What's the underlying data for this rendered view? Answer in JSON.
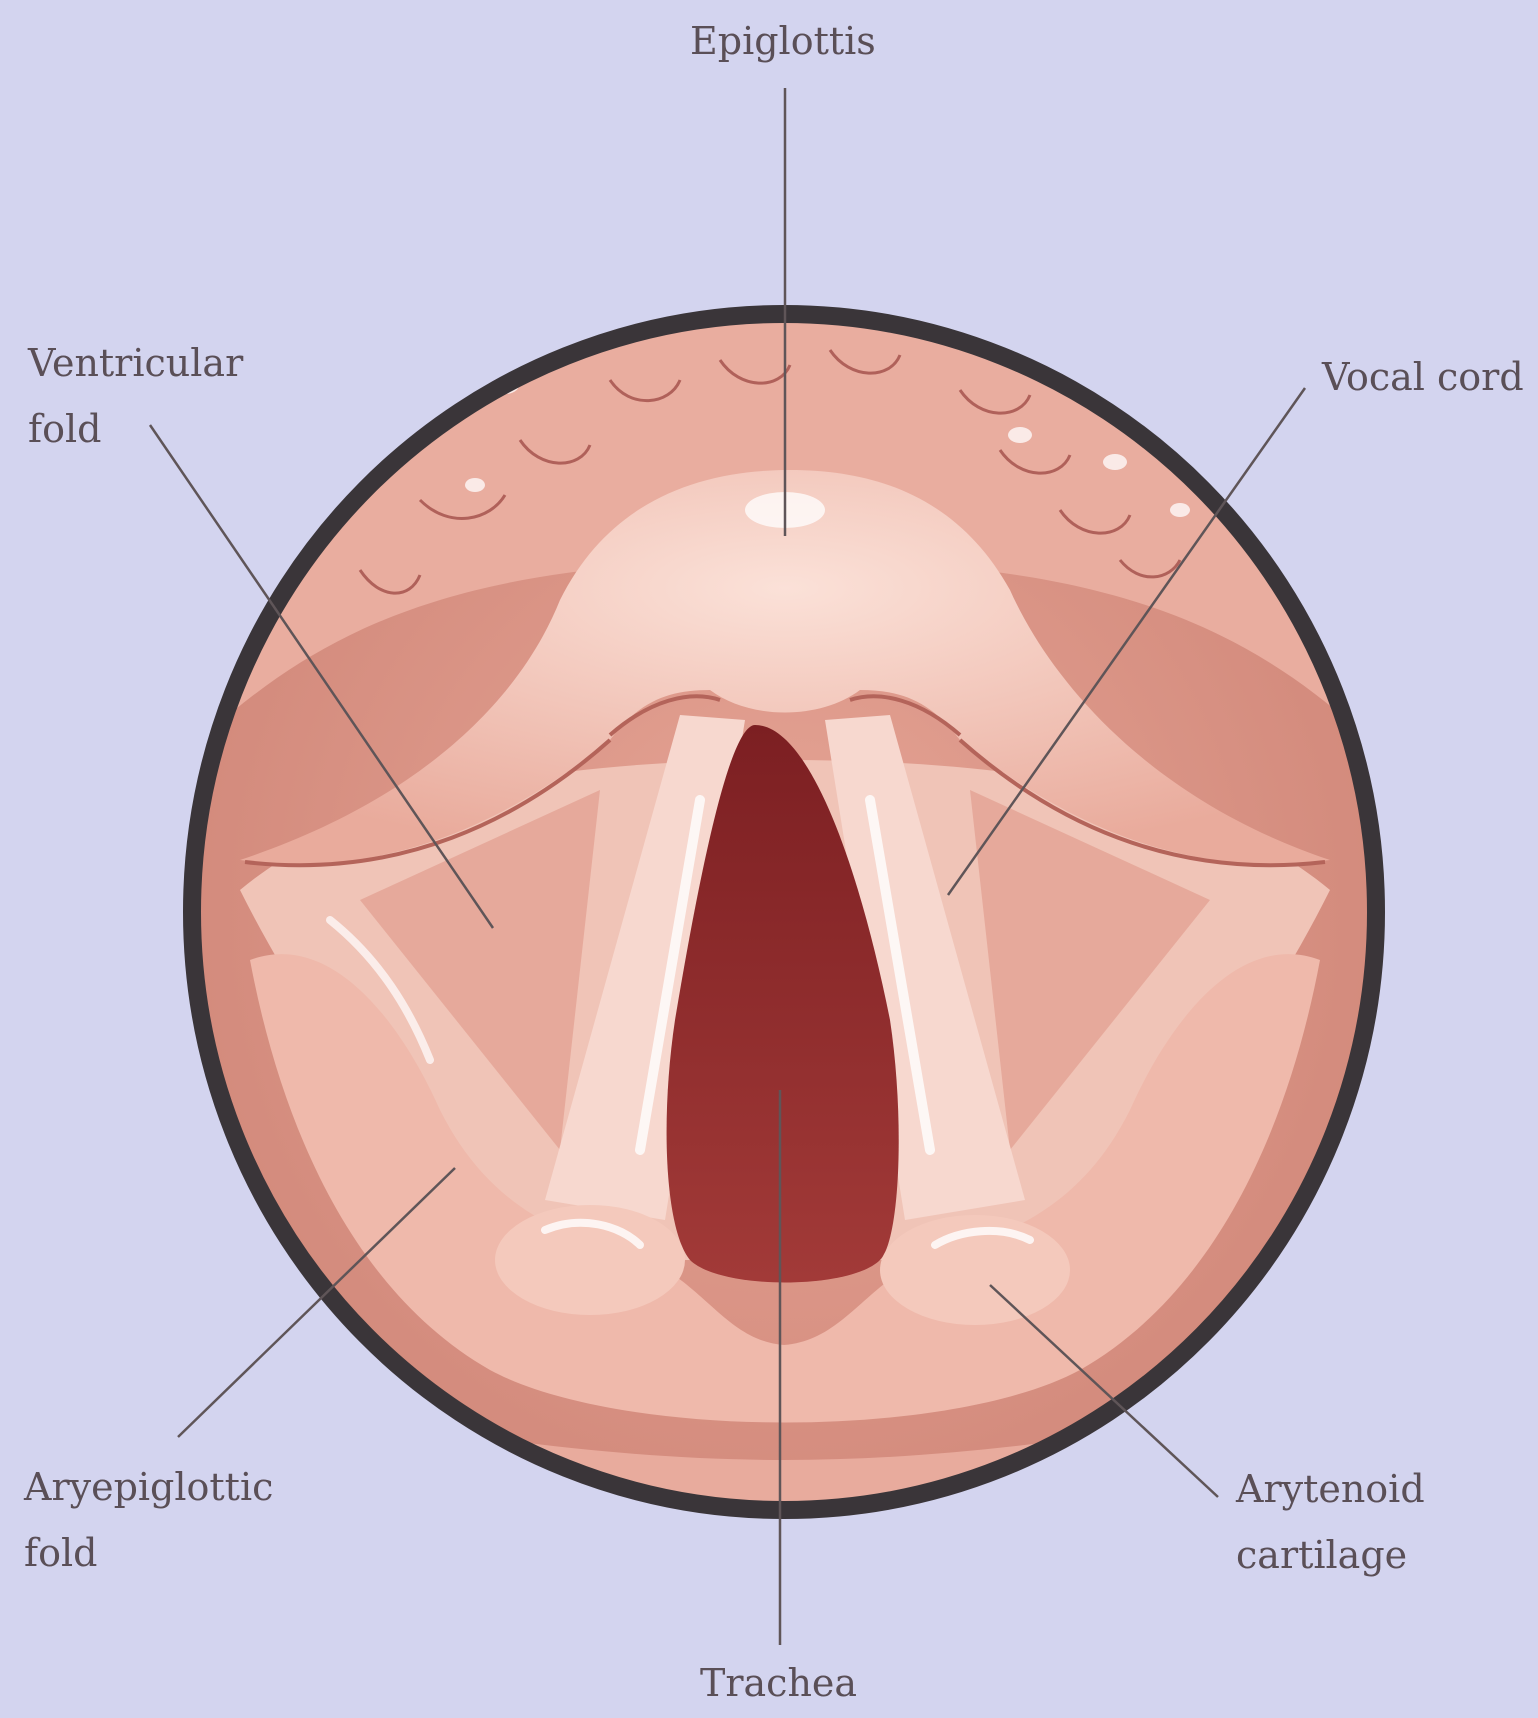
{
  "labels": {
    "epiglottis": "Epiglottis",
    "ventricular_fold": [
      "Ventricular",
      "fold"
    ],
    "vocal_cord": "Vocal cord",
    "aryepiglottic_fold": [
      "Aryepiglottic",
      "fold"
    ],
    "arytenoid_cartilage": [
      "Arytenoid",
      "cartilage"
    ],
    "trachea": "Trachea"
  },
  "colors": {
    "background": "#d3d4ef",
    "ring": "#3a3539",
    "tissue": "#eab6a8",
    "tissue_dark": "#c9786c",
    "airway": "#8b2a2a",
    "leader_line": "#5f5558",
    "label_text": "#5a4f57"
  }
}
